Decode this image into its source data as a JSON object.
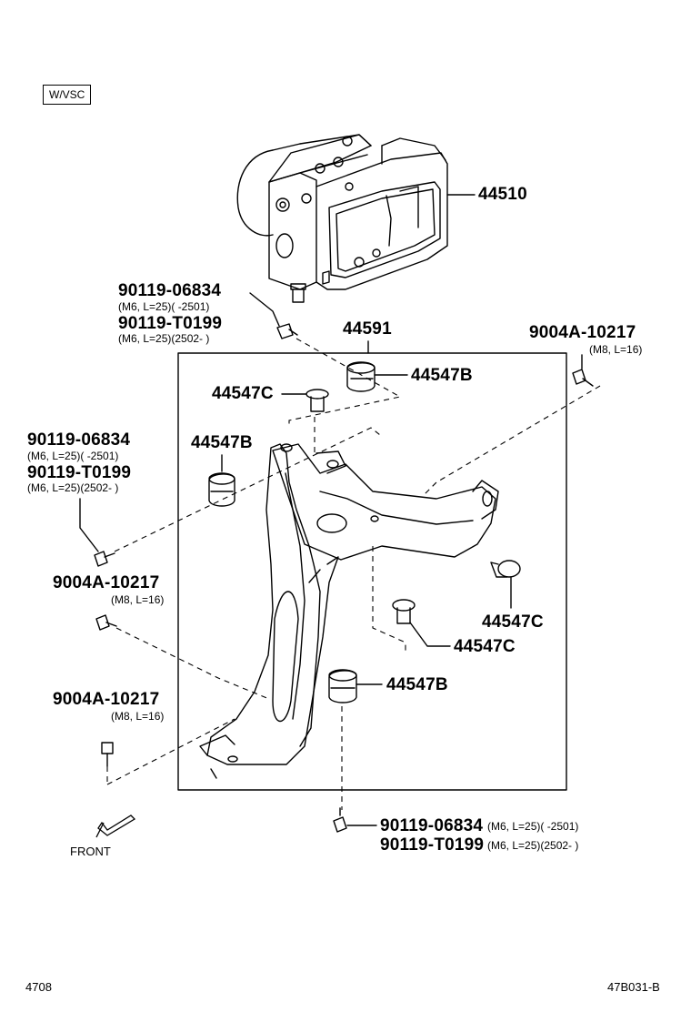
{
  "tag": "W/VSC",
  "parts": {
    "p44510": "44510",
    "p44591": "44591",
    "p44547B_top": "44547B",
    "p44547B_left": "44547B",
    "p44547B_low": "44547B",
    "p44547C_top": "44547C",
    "p44547C_right": "44547C",
    "p44547C_mid": "44547C"
  },
  "bolts": {
    "top_a": "90119-06834",
    "top_a_spec": "(M6, L=25)(        -2501)",
    "top_b": "90119-T0199",
    "top_b_spec": "(M6, L=25)(2502-        )",
    "right": "9004A-10217",
    "right_spec": "(M8, L=16)",
    "left_a": "90119-06834",
    "left_a_spec": "(M6, L=25)(        -2501)",
    "left_b": "90119-T0199",
    "left_b_spec": "(M6, L=25)(2502-        )",
    "left_m": "9004A-10217",
    "left_m_spec": "(M8, L=16)",
    "left_l": "9004A-10217",
    "left_l_spec": "(M8, L=16)",
    "bot_a": "90119-06834",
    "bot_a_spec": "(M6, L=25)(        -2501)",
    "bot_b": "90119-T0199",
    "bot_b_spec": "(M6, L=25)(2502-        )"
  },
  "front_label": "FRONT",
  "footer": {
    "page": "4708",
    "code": "47B031-B"
  }
}
